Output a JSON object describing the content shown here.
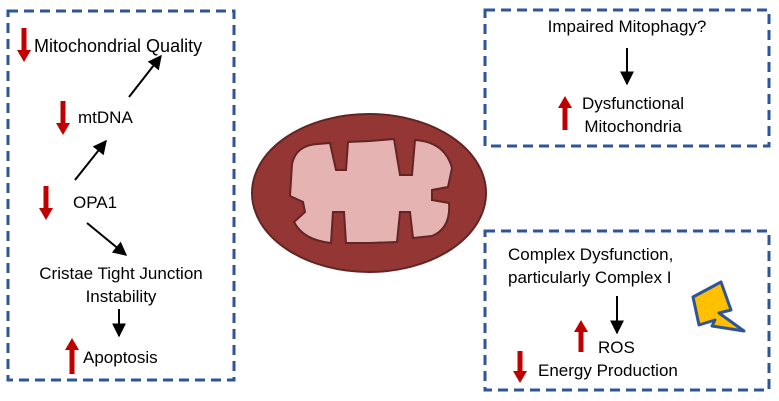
{
  "colors": {
    "box_border": "#2f5597",
    "up_arrow": "#c00000",
    "down_arrow": "#c00000",
    "flow_arrow": "#000000",
    "mito_outer": "#943634",
    "mito_inner": "#e6b3b3",
    "bolt_fill": "#ffc000",
    "bolt_stroke": "#2f5597"
  },
  "left_panel": {
    "quality": {
      "label": "Mitochondrial Quality",
      "direction": "down"
    },
    "mtdna": {
      "label": "mtDNA",
      "direction": "down"
    },
    "opa1": {
      "label": "OPA1",
      "direction": "down"
    },
    "cristae": {
      "line1": "Cristae Tight Junction",
      "line2": "Instability"
    },
    "apoptosis": {
      "label": "Apoptosis",
      "direction": "up"
    }
  },
  "top_right_panel": {
    "mitophagy": {
      "label": "Impaired Mitophagy?"
    },
    "dysfunctional": {
      "line1": "Dysfunctional",
      "line2": "Mitochondria",
      "direction": "up"
    }
  },
  "bottom_right_panel": {
    "complex": {
      "line1": "Complex Dysfunction,",
      "line2": "particularly Complex I"
    },
    "ros": {
      "label": "ROS",
      "direction": "up"
    },
    "energy": {
      "label": "Energy Production",
      "direction": "down"
    },
    "icon": "lightning-bolt-icon"
  },
  "center": {
    "icon": "mitochondrion-icon"
  }
}
